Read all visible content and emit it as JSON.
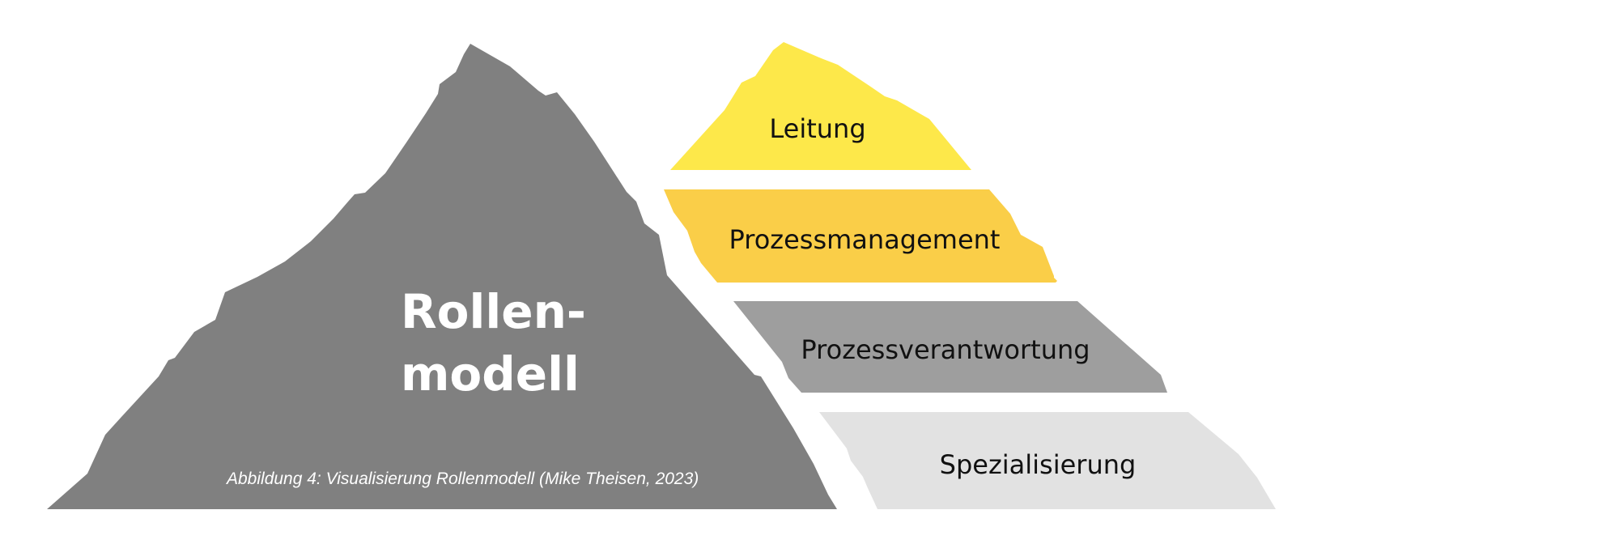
{
  "mountain": {
    "title_line1": "Rollen-",
    "title_line2": "modell",
    "caption": "Abbildung 4: Visualisierung Rollenmodell (Mike Theisen, 2023)",
    "color": "#808080"
  },
  "layers": [
    {
      "label": "Leitung",
      "color": "#FDE84A"
    },
    {
      "label": "Prozessmanagement",
      "color": "#FACE48"
    },
    {
      "label": "Prozessverantwortung",
      "color": "#9E9E9E"
    },
    {
      "label": "Spezialisierung",
      "color": "#E2E2E2"
    }
  ]
}
